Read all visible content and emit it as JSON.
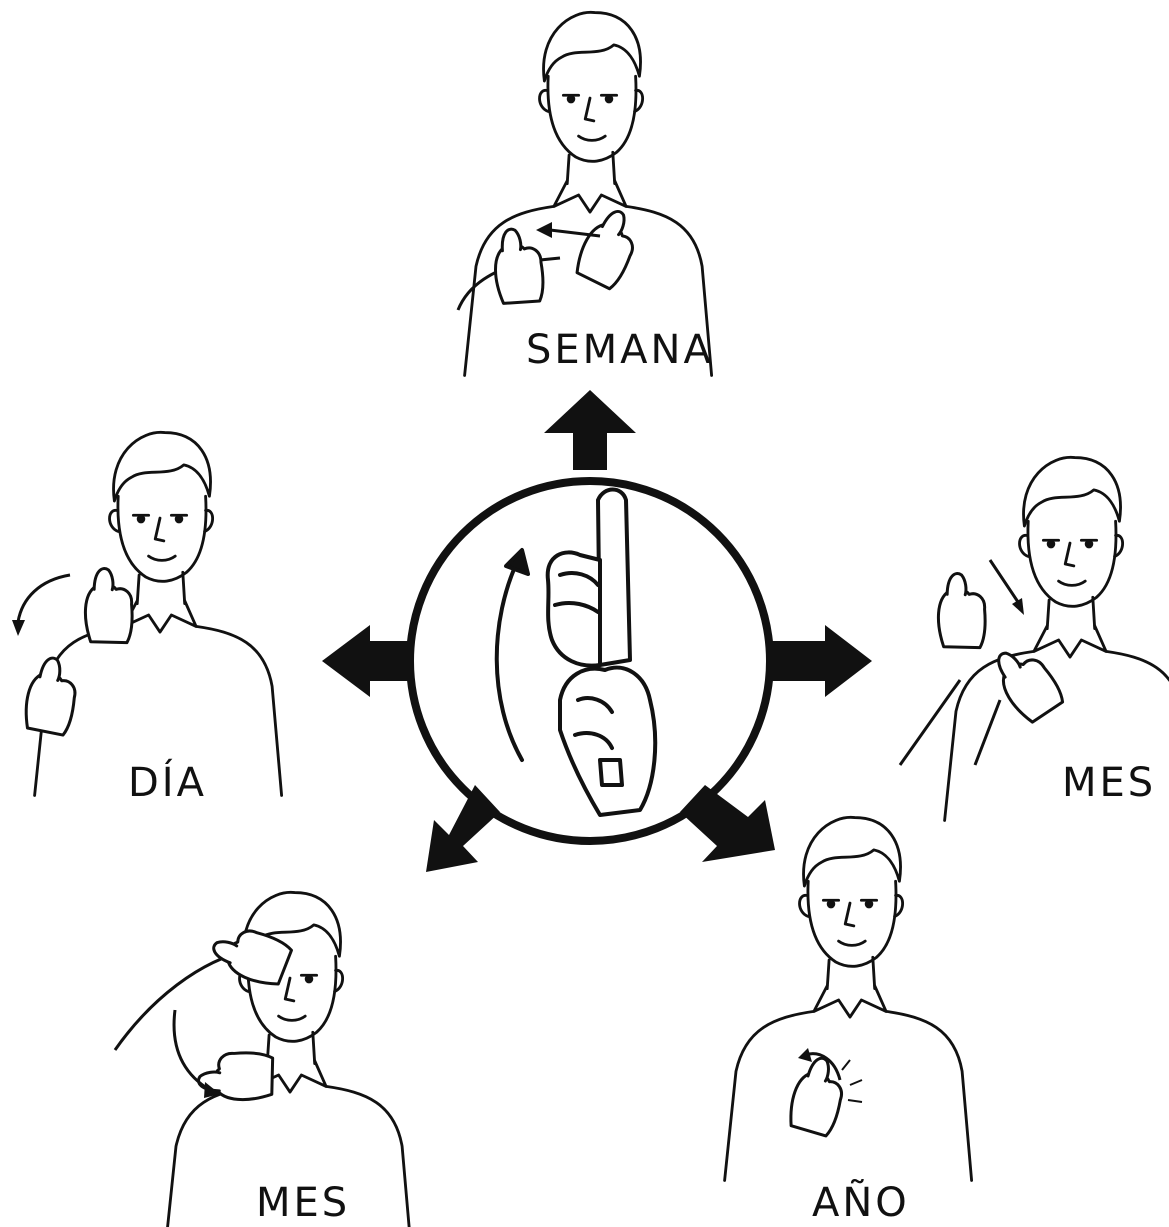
{
  "labels": {
    "top": "SEMANA",
    "left": "DÍA",
    "right": "MES",
    "bottom_left": "MES",
    "bottom_right": "AÑO"
  },
  "colors": {
    "ink": "#111111",
    "background": "#ffffff"
  },
  "icons": {
    "center": "hand-shape-index-finger-icon",
    "figures": "signer-figure-icon",
    "arrows": "direction-arrow-icon"
  }
}
